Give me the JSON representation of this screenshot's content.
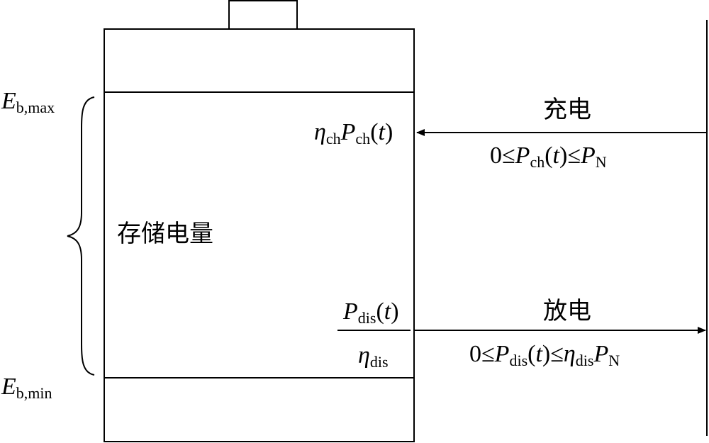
{
  "battery": {
    "stored_energy_label": "存储电量"
  },
  "levels": {
    "max": {
      "symbol": "E",
      "subscript": "b,max"
    },
    "min": {
      "symbol": "E",
      "subscript": "b,min"
    }
  },
  "charge": {
    "label": "充电",
    "inner": {
      "eta": "η",
      "eta_sub": "ch",
      "p": "P",
      "p_sub": "ch",
      "arg": "(t)"
    },
    "constraint": {
      "lhs": "0≤",
      "p": "P",
      "p_sub": "ch",
      "arg": "(t)",
      "rel": "≤",
      "pn": "P",
      "pn_sub": "N"
    }
  },
  "discharge": {
    "label": "放电",
    "inner": {
      "num_p": "P",
      "num_sub": "dis",
      "num_arg": "(t)",
      "den_eta": "η",
      "den_sub": "dis"
    },
    "constraint": {
      "lhs": "0≤",
      "p": "P",
      "p_sub": "dis",
      "arg": "(t)",
      "rel": "≤",
      "eta": "η",
      "eta_sub": "dis",
      "pn": "P",
      "pn_sub": "N"
    }
  },
  "colors": {
    "stroke": "#000000",
    "background": "#ffffff"
  }
}
